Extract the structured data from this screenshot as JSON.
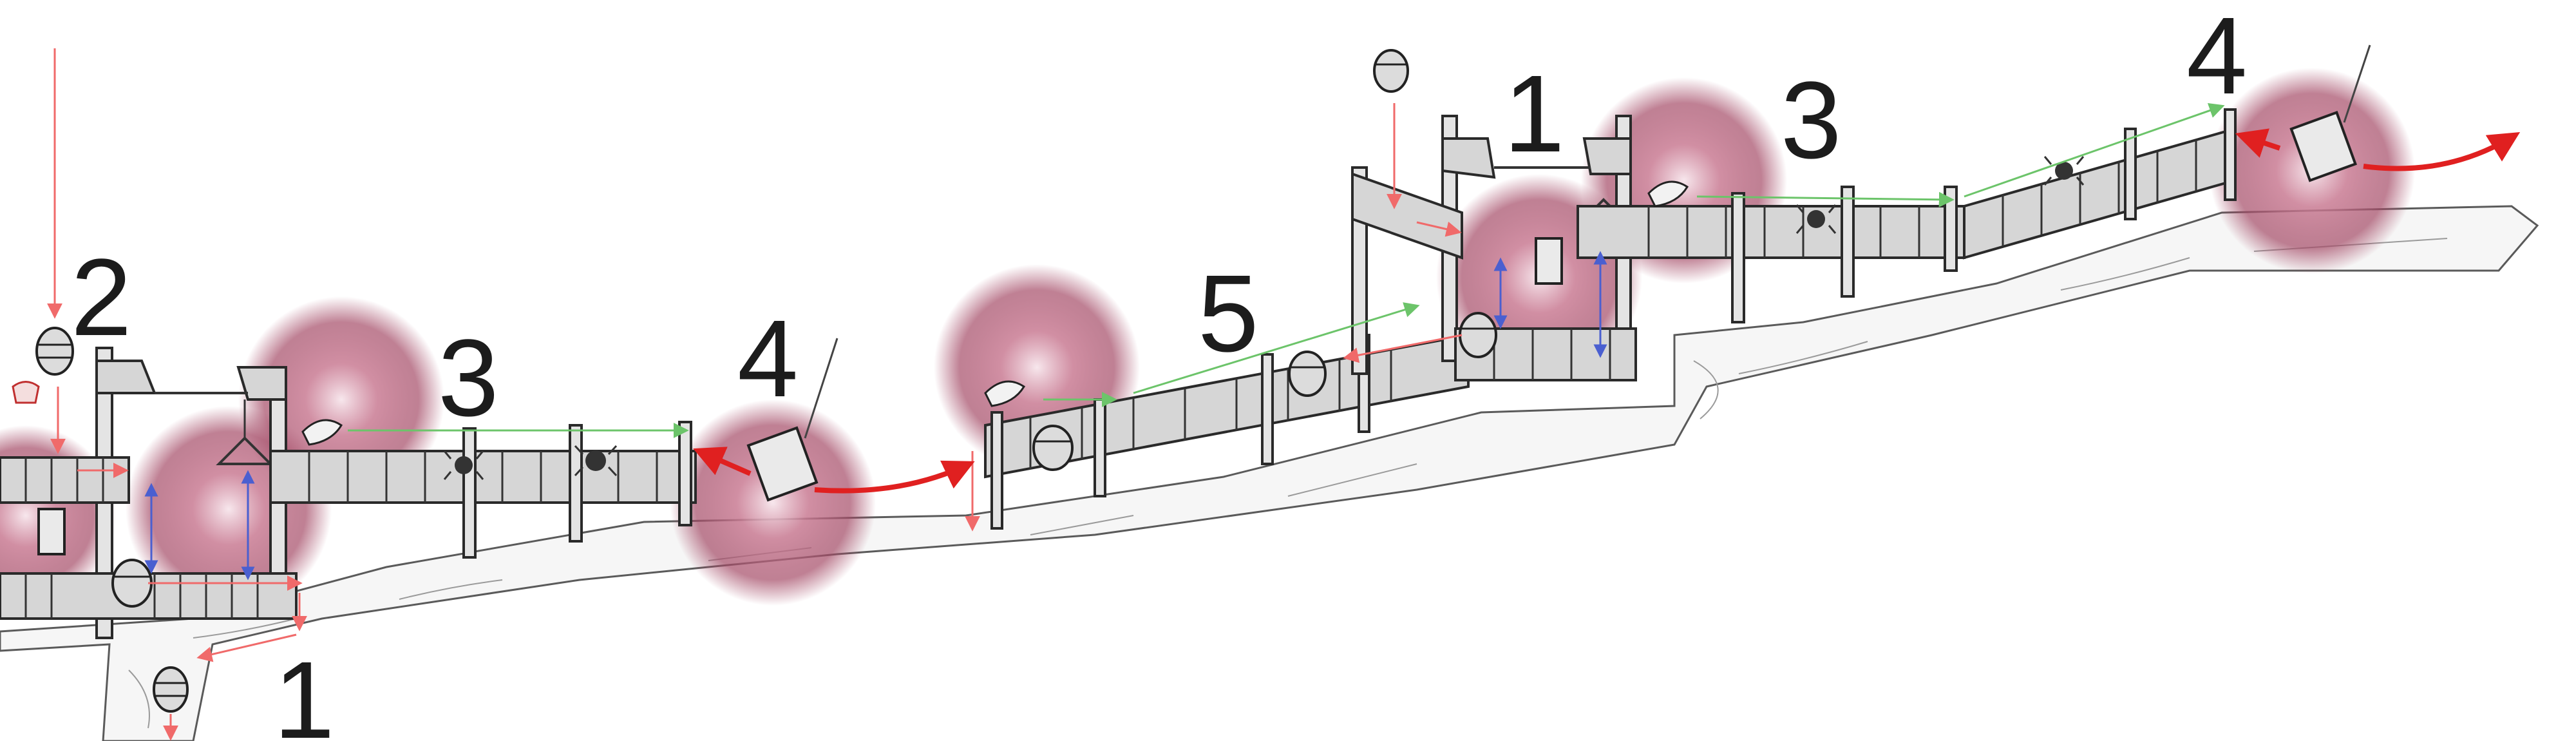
{
  "level_annotations": {
    "step_labels": [
      "1",
      "2",
      "3",
      "4",
      "5",
      "1",
      "3",
      "4"
    ]
  },
  "colors": {
    "background": "#ffffff",
    "glow": "#b0526e",
    "red_arrow": "#e02020",
    "thin_red_arrow": "#f06a6a",
    "green_arrow": "#6cc46a",
    "blue_arrow": "#4a5fd0",
    "ink": "#1c1c1c"
  },
  "icons": {
    "barrel": "barrel-icon",
    "hanging_cage": "hanging-cage-icon",
    "spider": "spider-icon",
    "vulture": "vulture-icon",
    "bell": "bell-icon"
  }
}
